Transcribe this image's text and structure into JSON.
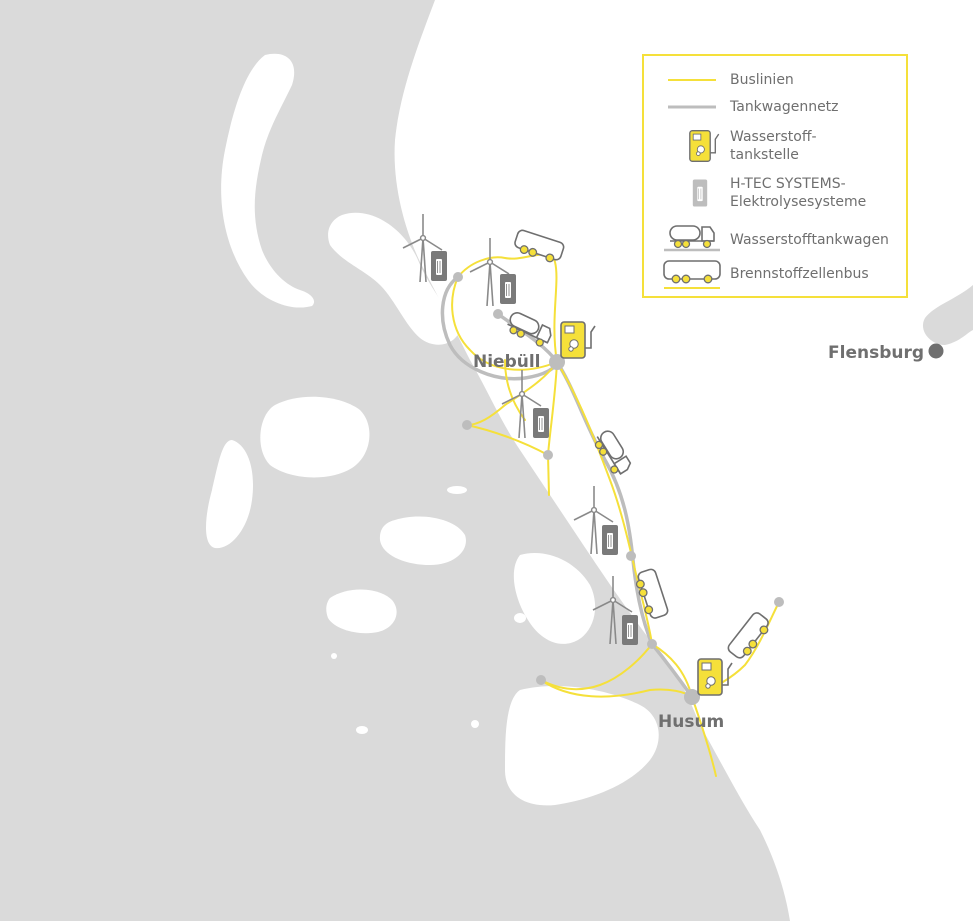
{
  "map": {
    "cities": {
      "niebuell": "Niebüll",
      "husum": "Husum",
      "flensburg": "Flensburg"
    }
  },
  "legend": {
    "items": [
      {
        "icon": "yellow-line",
        "label": "Buslinien"
      },
      {
        "icon": "gray-line",
        "label": "Tankwagennetz"
      },
      {
        "icon": "fuel-pump-icon",
        "label_line1": "Wasserstoff-",
        "label_line2": "tankstelle"
      },
      {
        "icon": "electrolyser-icon",
        "label_line1": "H-TEC SYSTEMS-",
        "label_line2": "Elektrolysesysteme"
      },
      {
        "icon": "tanker-truck-icon",
        "label": "Wasserstofftankwagen"
      },
      {
        "icon": "bus-icon",
        "label": "Brennstoffzellenbus"
      }
    ]
  },
  "colors": {
    "land": "#dadada",
    "sea": "#ffffff",
    "bus_line": "#f5e03a",
    "tanker_line": "#bdbdbd",
    "icon_gray": "#7a7a7a",
    "accent_yellow": "#f5e03a"
  }
}
